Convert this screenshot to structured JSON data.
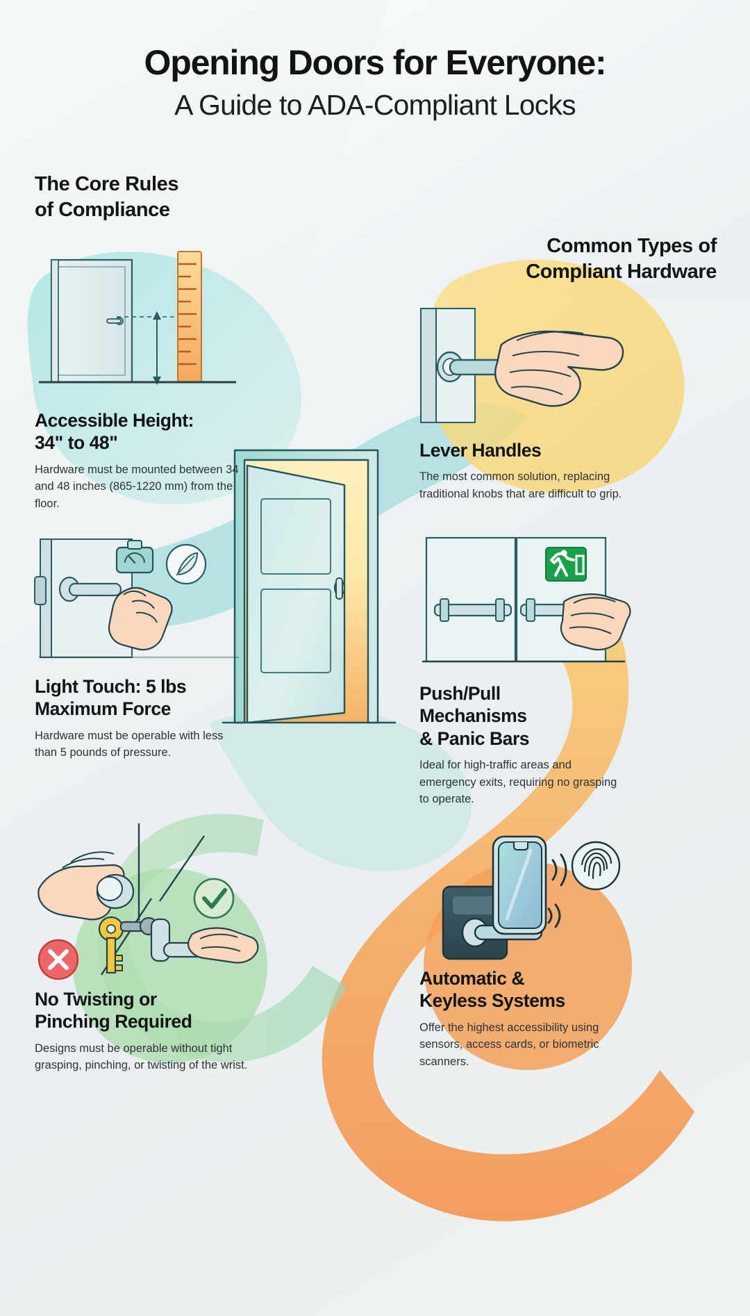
{
  "header": {
    "title": "Opening Doors for Everyone:",
    "subtitle": "A Guide to ADA-Compliant Locks"
  },
  "sections": {
    "left_heading": "The Core Rules\nof Compliance",
    "left_heading_line1": "The Core Rules",
    "left_heading_line2": "of Compliance",
    "right_heading_line1": "Common Types of",
    "right_heading_line2": "Compliant Hardware"
  },
  "cards": [
    {
      "id": "card-height",
      "icon": "door-with-ruler-icon",
      "title": "Accessible Height:\n34\" to 48\"",
      "title_line1": "Accessible Height:",
      "title_line2": "34\" to 48\"",
      "body": "Hardware must be mounted between 34 and 48 inches (865-1220 mm) from the floor."
    },
    {
      "id": "card-force",
      "icon": "hand-pressing-lever-scale-icon",
      "title": "Light Touch: 5 lbs\nMaximum Force",
      "title_line1": "Light Touch: 5 lbs",
      "title_line2": "Maximum Force",
      "body": "Hardware must be operable with less than 5 pounds of pressure."
    },
    {
      "id": "card-twist",
      "icon": "knob-vs-lever-comparison-icon",
      "title": "No Twisting or\nPinching Required",
      "title_line1": "No Twisting or",
      "title_line2": "Pinching Required",
      "body": "Designs must be operable without tight grasping, pinching, or twisting of the wrist."
    },
    {
      "id": "card-lever",
      "icon": "lever-handle-hand-icon",
      "title": "Lever Handles",
      "title_line1": "Lever Handles",
      "title_line2": "",
      "body": "The most common solution, replacing traditional knobs that are difficult to grip."
    },
    {
      "id": "card-push",
      "icon": "panic-bar-exit-door-icon",
      "title": "Push/Pull\nMechanisms\n& Panic Bars",
      "title_line1": "Push/Pull",
      "title_line2": "Mechanisms",
      "title_line3": "& Panic Bars",
      "body": "Ideal for high-traffic areas and emergency exits, requiring no grasping to operate."
    },
    {
      "id": "card-auto",
      "icon": "smartphone-fingerprint-keyless-icon",
      "title": "Automatic &\nKeyless Systems",
      "title_line1": "Automatic &",
      "title_line2": "Keyless Systems",
      "body": "Offer the highest accessibility using sensors, access cards, or biometric scanners."
    }
  ],
  "colors": {
    "background": "#eef2f2",
    "teal": "#7fd6d6",
    "yellow": "#f9d96b",
    "orange": "#f59a4e",
    "green": "#a8d9a3",
    "ink": "#1b3a3f",
    "skin": "#fad7bd",
    "metal": "#bcd3d8",
    "exit_green": "#18a04a",
    "error_red": "#e8595c",
    "key_gold": "#f3c73f",
    "text_dark": "#121415",
    "text_body": "#2e3334"
  }
}
